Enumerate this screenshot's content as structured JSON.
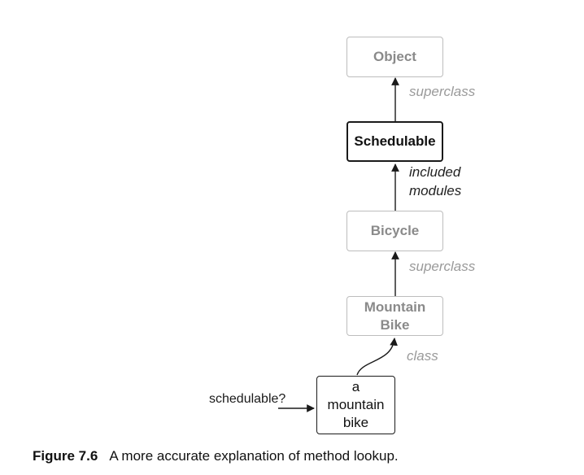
{
  "nodes": {
    "object": "Object",
    "schedulable": "Schedulable",
    "bicycle": "Bicycle",
    "mountain_bike": [
      "Mountain",
      "Bike"
    ],
    "instance": [
      "a",
      "mountain",
      "bike"
    ]
  },
  "relations": {
    "superclass_top": "superclass",
    "included_modules": [
      "included",
      "modules"
    ],
    "superclass_bottom": "superclass",
    "class": "class"
  },
  "message": "schedulable?",
  "caption": {
    "label": "Figure 7.6",
    "text": "A more accurate explanation of method lookup."
  },
  "colors": {
    "faded": "#bdbdbd",
    "strong": "#1a1a1a",
    "relation_gray": "#9a9a9a"
  }
}
